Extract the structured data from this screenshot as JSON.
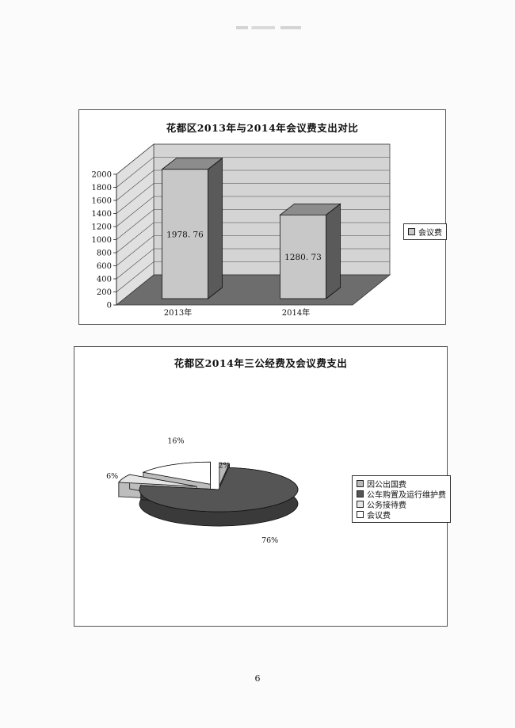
{
  "page_number": "6",
  "colors": {
    "bar_face": "#c8c8c8",
    "bar_side": "#5a5a5a",
    "floor": "#6d6d6d",
    "wall": "#d4d4d4"
  },
  "chart_data": [
    {
      "type": "bar",
      "title": "花都区2013年与2014年会议费支出对比",
      "categories": [
        "2013年",
        "2014年"
      ],
      "series": [
        {
          "name": "会议费",
          "values": [
            1978.76,
            1280.73
          ]
        }
      ],
      "data_labels": [
        "1978. 76",
        "1280. 73"
      ],
      "ylim": [
        0,
        2000
      ],
      "yticks": [
        "0",
        "200",
        "400",
        "600",
        "800",
        "1000",
        "1200",
        "1400",
        "1600",
        "1800",
        "2000"
      ],
      "three_d": true,
      "grid": true,
      "legend_position": "right"
    },
    {
      "type": "pie",
      "title": "花都区2014年三公经费及会议费支出",
      "three_d": true,
      "exploded": true,
      "labels": [
        "因公出国费",
        "公车购置及运行维护费",
        "公务接待费",
        "会议费"
      ],
      "values": [
        2,
        76,
        6,
        16
      ],
      "data_labels": [
        "2%",
        "76%",
        "6%",
        "16%"
      ],
      "slice_colors": [
        "#b9b9b9",
        "#555555",
        "#e6e6e6",
        "#ffffff"
      ],
      "legend_position": "right"
    }
  ]
}
